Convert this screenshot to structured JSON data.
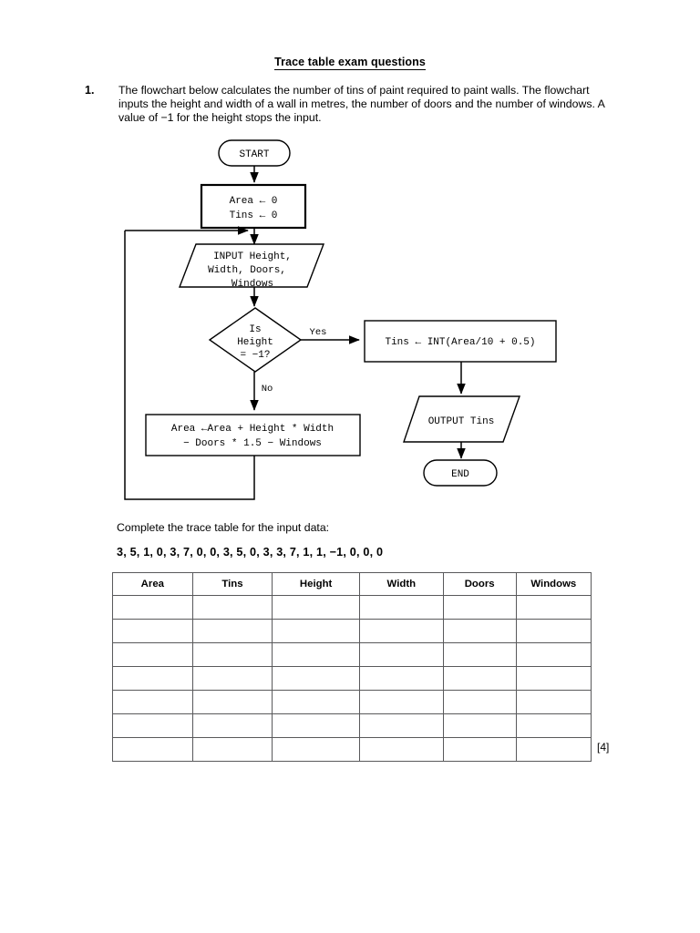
{
  "document": {
    "title": "Trace table exam questions",
    "question_number": "1.",
    "question_text": "The flowchart below calculates the number of tins of paint required to paint walls. The flowchart inputs the height and width of a wall in metres, the number of doors and the number of windows. A value of −1 for the height stops the input.",
    "complete_instruction": "Complete the trace table for the input data:",
    "input_data": "3, 5, 1, 0, 3, 7, 0, 0, 3, 5, 0, 3, 3, 7, 1, 1, −1, 0, 0, 0",
    "marks": "[4]"
  },
  "flowchart": {
    "start": "START",
    "init_line1": "Area ← 0",
    "init_line2": "Tins ← 0",
    "input_line1": "INPUT Height,",
    "input_line2": "Width, Doors,",
    "input_line3": "Windows",
    "decision_line1": "Is",
    "decision_line2": "Height",
    "decision_line3": "= −1?",
    "branch_yes": "Yes",
    "branch_no": "No",
    "tins_calc": "Tins ← INT(Area/10 + 0.5)",
    "area_calc_line1": "Area ←Area + Height * Width",
    "area_calc_line2": "− Doors * 1.5 − Windows",
    "output": "OUTPUT Tins",
    "end": "END"
  },
  "trace_table": {
    "headers": [
      "Area",
      "Tins",
      "Height",
      "Width",
      "Doors",
      "Windows"
    ],
    "rows": [
      [
        "",
        "",
        "",
        "",
        "",
        ""
      ],
      [
        "",
        "",
        "",
        "",
        "",
        ""
      ],
      [
        "",
        "",
        "",
        "",
        "",
        ""
      ],
      [
        "",
        "",
        "",
        "",
        "",
        ""
      ],
      [
        "",
        "",
        "",
        "",
        "",
        ""
      ],
      [
        "",
        "",
        "",
        "",
        "",
        ""
      ],
      [
        "",
        "",
        "",
        "",
        "",
        ""
      ]
    ]
  }
}
